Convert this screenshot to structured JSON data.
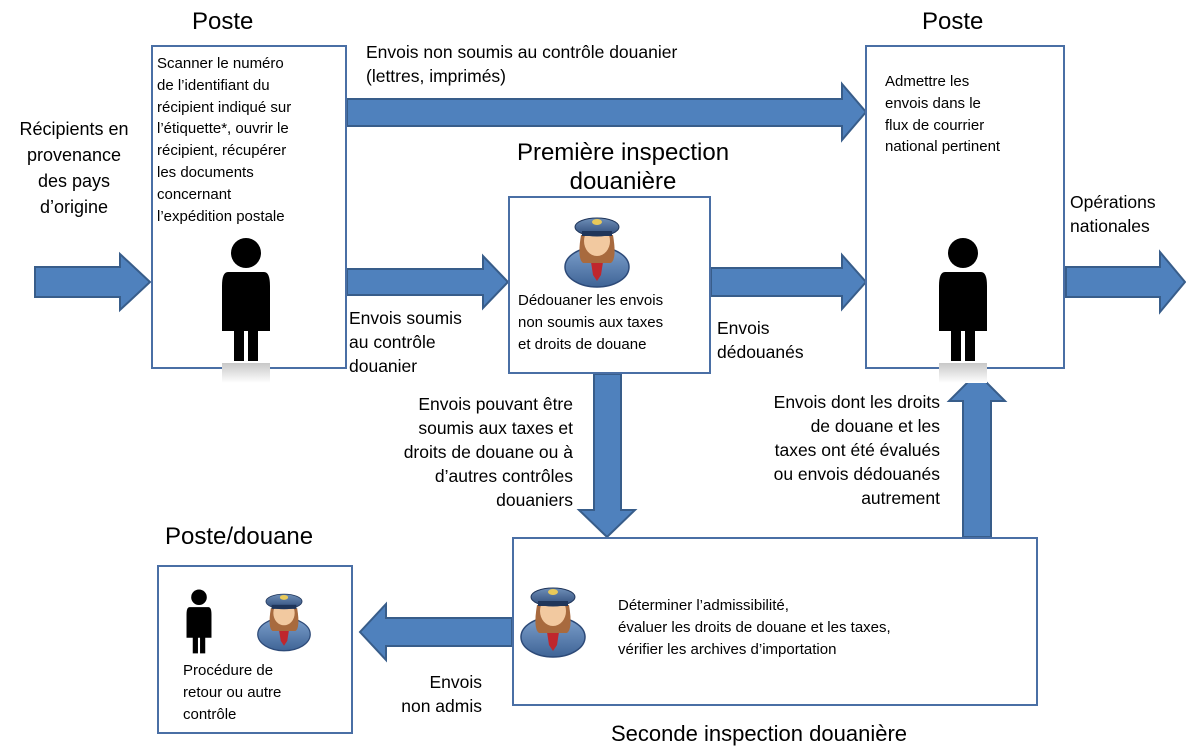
{
  "titles": {
    "poste_left": "Poste",
    "poste_right": "Poste",
    "premiere_inspection": "Première inspection\ndouanière",
    "poste_douane": "Poste/douane",
    "seconde_inspection": "Seconde inspection douanière"
  },
  "boxes": {
    "poste_left_text": "Scanner le numéro\nde l’identifiant du\nrécipient indiqué sur\nl’étiquette*, ouvrir le\nrécipient, récupérer\nles documents\nconcernant\nl’expédition postale",
    "poste_right_text": "Admettre les\nenvois dans le\nflux de courrier\nnational pertinent",
    "premiere_text": "Dédouaner les envois\nnon soumis aux taxes\net droits de douane",
    "seconde_text": "Déterminer l’admissibilité,\névaluer les droits de douane et les taxes,\nvérifier les archives d’importation",
    "poste_douane_text": "Procédure de\nretour ou autre\ncontrôle"
  },
  "labels": {
    "recipients": "Récipients en\nprovenance\ndes pays\nd’origine",
    "non_soumis": "Envois non soumis au contrôle douanier\n(lettres, imprimés)",
    "soumis": "Envois soumis\nau contrôle\ndouanier",
    "dedouanes": "Envois\ndédouanés",
    "pouvant_etre": "Envois pouvant être\nsoumis aux taxes et\ndroits de douane ou à\nd’autres contrôles\ndouaniers",
    "dont_les_droits": "Envois dont les droits\nde douane et les\ntaxes ont été évalués\nou envois dédouanés\nautrement",
    "non_admis": "Envois\nnon admis",
    "operations": "Opérations\nnationales"
  },
  "icons": [
    "person-icon",
    "customs-officer-icon"
  ],
  "colors": {
    "arrow_fill": "#4f81bd",
    "arrow_stroke": "#385d8a",
    "box_border": "#4a6fa5"
  }
}
